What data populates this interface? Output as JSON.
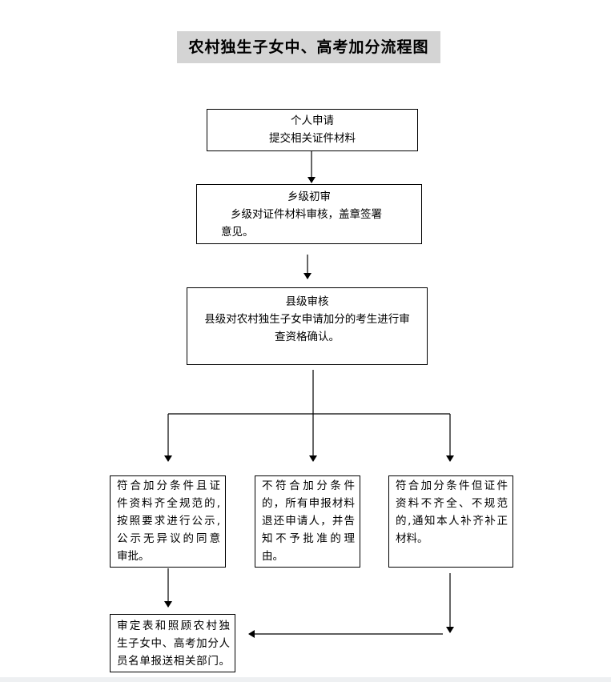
{
  "title": "农村独生子女中、高考加分流程图",
  "steps": {
    "apply": {
      "heading": "个人申请",
      "lines": [
        "提交相关证件材料"
      ]
    },
    "township": {
      "heading": "乡级初审",
      "lines": [
        "乡级对证件材料审核，盖章签署",
        "意见。"
      ]
    },
    "county": {
      "heading": "县级审核",
      "lines": [
        "县级对农村独生子女申请加分的考生进行审",
        "查资格确认。"
      ]
    },
    "approve": {
      "lines": [
        "符合加分条件且证",
        "件资料齐全规范的,",
        "按照要求进行公示,",
        "公示无异议的同意",
        "审批。"
      ]
    },
    "reject": {
      "lines": [
        "不符合加分条件",
        "的，所有申报材料",
        "退还申请人，并告",
        "知不予批准的理",
        "由。"
      ]
    },
    "supplement": {
      "lines": [
        "符合加分条件但证件",
        "资料不齐全、不规范",
        "的,通知本人补齐补正",
        "材料。"
      ]
    },
    "report": {
      "lines": [
        "审定表和照顾农村独",
        "生子女中、高考加分人",
        "员名单报送相关部门。"
      ]
    }
  }
}
